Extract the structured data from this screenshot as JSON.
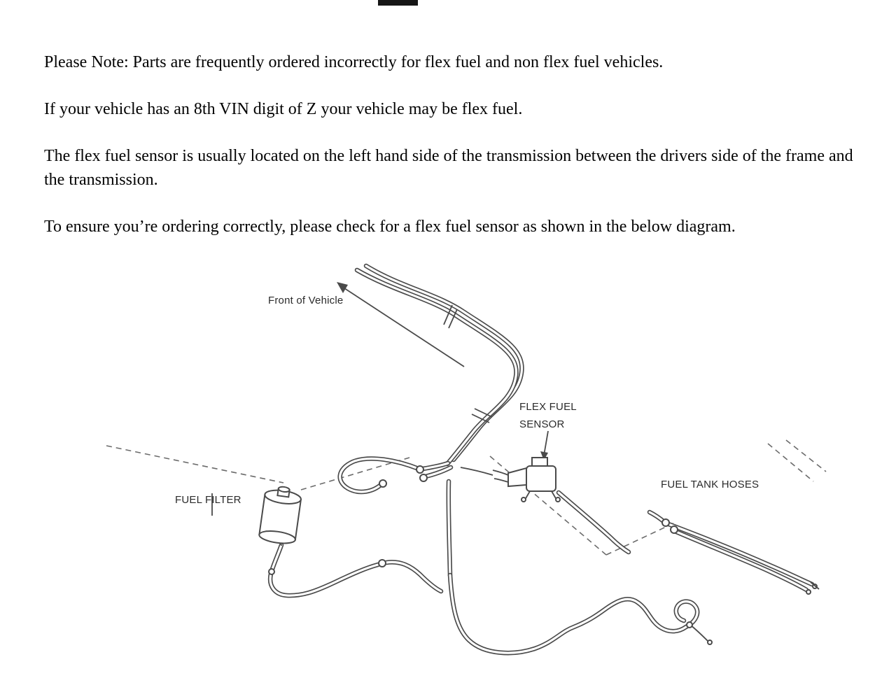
{
  "page": {
    "background": "#ffffff",
    "top_bar_color": "#161616"
  },
  "notes": {
    "paragraphs": [
      "Please Note: Parts are frequently ordered incorrectly for flex fuel and non flex fuel vehicles.",
      "If your vehicle has an 8th VIN digit of Z your vehicle may be flex fuel.",
      "The flex fuel sensor is usually located on the left hand side of the transmission between the drivers side of the frame and the transmission.",
      "To ensure you’re ordering correctly, please check for a flex fuel sensor as shown in the below diagram."
    ]
  },
  "diagram": {
    "labels": {
      "front_of_vehicle": "Front of Vehicle",
      "flex_fuel_sensor": [
        "FLEX FUEL",
        "SENSOR"
      ],
      "fuel_tank_hoses": "FUEL TANK HOSES",
      "fuel_filter": "FUEL FILTER"
    },
    "line_color": "#4a4a4a",
    "label_color": "#2b2b2b"
  }
}
